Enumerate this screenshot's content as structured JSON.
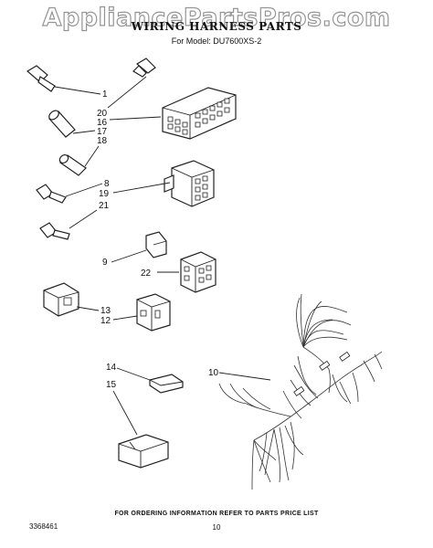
{
  "watermark": "AppliancePartsPros.com",
  "title": "WIRING HARNESS PARTS",
  "subtitle": "For Model: DU7600XS-2",
  "callouts": [
    "1",
    "20",
    "16",
    "17",
    "18",
    "8",
    "19",
    "21",
    "9",
    "22",
    "13",
    "12",
    "10",
    "14",
    "15"
  ],
  "footer": {
    "ordering_info": "FOR ORDERING INFORMATION REFER TO PARTS PRICE LIST",
    "doc_number": "3368461",
    "page_number": "10"
  }
}
